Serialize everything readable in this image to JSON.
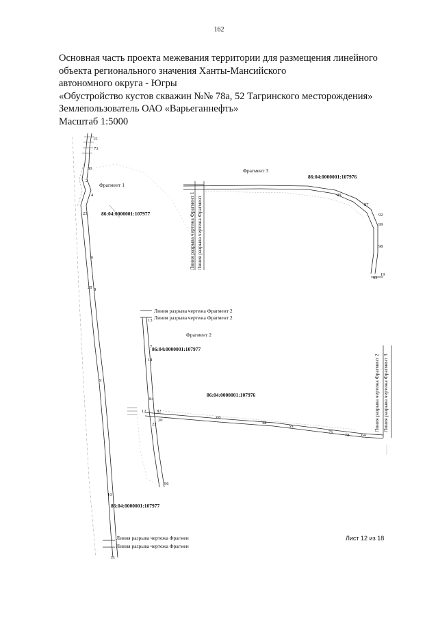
{
  "page_number": "162",
  "title": {
    "line1": "Основная часть проекта межевания территории для размещения линейного",
    "line2": "объекта регионального значения Ханты-Мансийского",
    "line3": "автономного округа - Югры",
    "line4": "«Обустройство кустов скважин №№ 78а, 52 Тагринского месторождения»",
    "line5": "Землепользователь ОАО «Варьеганнефть»",
    "line6": "Масштаб 1:5000"
  },
  "drawing": {
    "fragment1_label": "Фрагмент 1",
    "fragment2_label": "Фрагмент 2",
    "fragment3_label": "Фрагмент 3",
    "cadastral_977_a": "86:04:0000001:107977",
    "cadastral_977_b": "86:04:0000001:107977",
    "cadastral_977_c": "86:04:0000001:107977",
    "cadastral_976_a": "86:04:0000001:107976",
    "cadastral_976_b": "86:04:0000001:107976",
    "break_line_f2_a": "Линия разрыва чертежа Фрагмент 2",
    "break_line_f2_b": "Линия разрыва чертежа Фрагмент 2",
    "break_line_f1_a": "Линия разрыва чертежа Фрагмен",
    "break_line_f1_b": "Линия разрыва чертежа Фрагмен",
    "break_line_v1": "Линия разрыва чертежа Фрагмент 1",
    "break_line_v2": "Линия разрыва чертежа Фрагмент",
    "break_line_v3": "Линия разрыва чертежа Фрагмент 2",
    "break_line_v4": "Линия разрыва чертежа Фрагмент 3",
    "points": {
      "p15": "15",
      "p73": "73",
      "p30": "30",
      "p2": "2",
      "p4": "4",
      "p23": "23",
      "p6": "6",
      "p28": "28",
      "p8": "8",
      "p9": "9",
      "p10": "10",
      "p11": "11",
      "p13": "13",
      "p7": "7",
      "p14": "14",
      "p84": "84",
      "p12": "12",
      "p82": "82",
      "p20": "20",
      "p22": "22",
      "p96": "96",
      "p66": "66",
      "p48": "48",
      "p59": "59",
      "p76": "76",
      "p64": "64",
      "p78": "78",
      "p89": "89",
      "p87": "87",
      "p92": "92",
      "p99": "99",
      "p98": "98",
      "p93": "93",
      "p19": "19"
    }
  },
  "sheet_label": "Лист 12 из 18"
}
